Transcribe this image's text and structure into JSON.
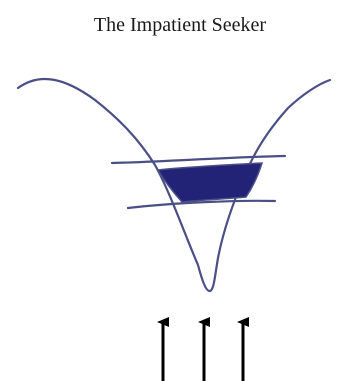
{
  "title": "The Impatient Seeker",
  "colors": {
    "curve": "#4a4f86",
    "fill": "#222277",
    "arrows": "#000000",
    "background": "#ffffff"
  },
  "arrows": {
    "count": 3,
    "direction": "up"
  }
}
